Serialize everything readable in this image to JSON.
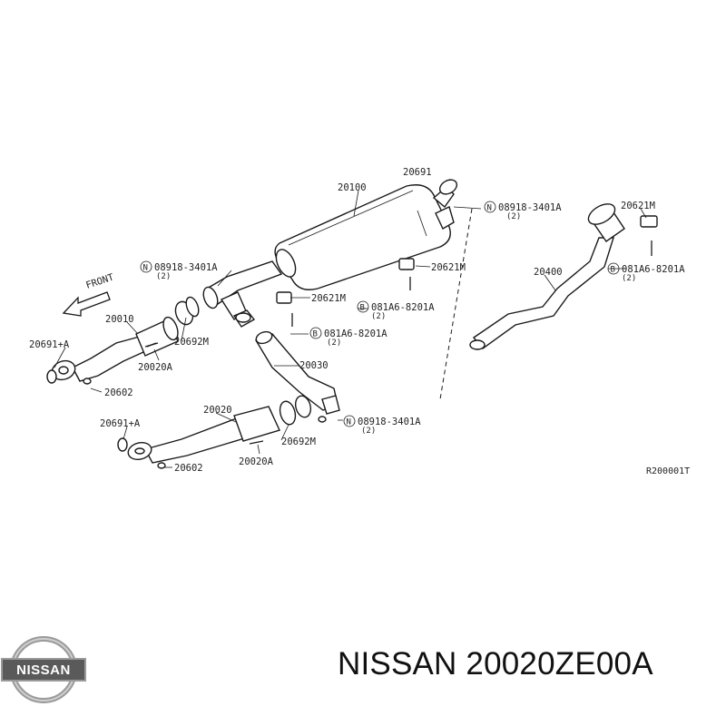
{
  "diagram": {
    "front_label": "FRONT",
    "callouts": {
      "muffler": "20100",
      "top_clipped": "20691",
      "nut_top_right": "08918-3401A",
      "nut_top_right_qty": "(2)",
      "nut_left": "08918-3401A",
      "nut_left_qty": "(2)",
      "nut_bottom": "08918-3401A",
      "nut_bottom_qty": "(2)",
      "hanger_mid": "20621M",
      "hanger_left": "20621M",
      "hanger_right": "20621M",
      "bolt_mid": "081A6-8201A",
      "bolt_mid_qty": "(2)",
      "bolt_left": "081A6-8201A",
      "bolt_left_qty": "(2)",
      "bolt_right": "081A6-8201A",
      "bolt_right_qty": "(2)",
      "tail_pipe": "20400",
      "cat_upper": "20010",
      "gasket_upper_left": "20691+A",
      "gasket_upper_mid": "20692M",
      "stud_upper": "20020A",
      "nut_upper": "20602",
      "center_pipe": "20030",
      "cat_lower": "20020",
      "gasket_lower_left": "20691+A",
      "gasket_lower_mid": "20692M",
      "stud_lower": "20020A",
      "nut_lower": "20602",
      "ref_code": "R200001T"
    },
    "circle_marks": {
      "nut": "N",
      "bolt": "B"
    }
  },
  "brand": {
    "logo_text": "NISSAN",
    "part_title": "NISSAN 20020ZE00A"
  }
}
